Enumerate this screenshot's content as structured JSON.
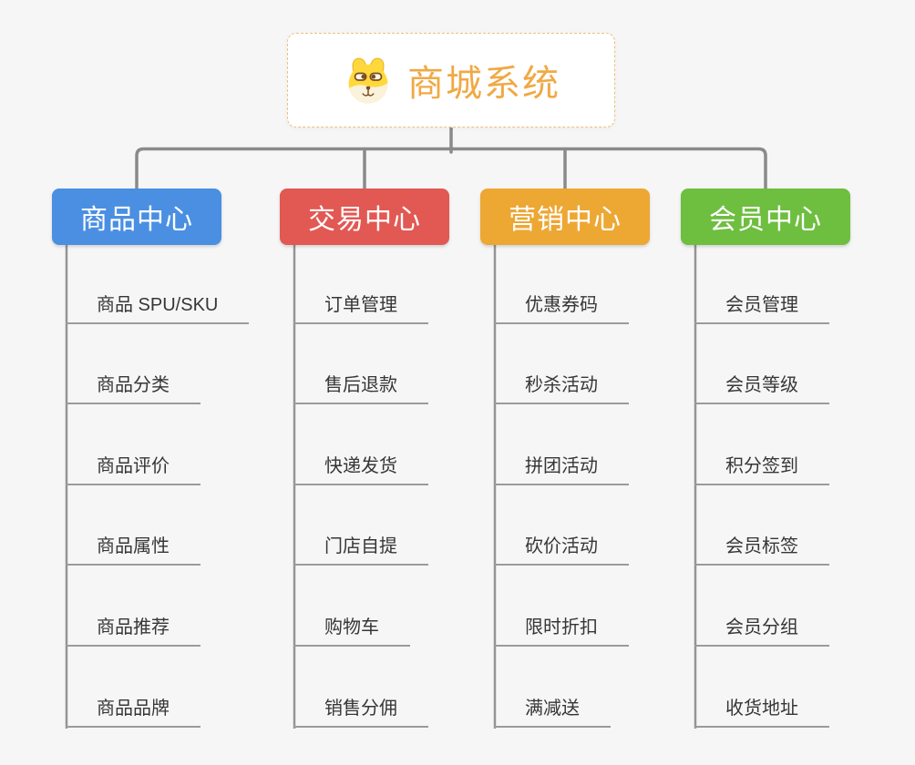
{
  "colors": {
    "background": "#f6f6f6",
    "connector": "#8a8a8a",
    "child-line": "#949494",
    "underline": "#9b9b9b",
    "item-text": "#363636",
    "root-border": "#eec17e",
    "root-text": "#f0a945"
  },
  "root": {
    "label": "商城系统",
    "icon": "dog-face-icon"
  },
  "branches": [
    {
      "label": "商品中心",
      "color": "#4a8fe2",
      "children": [
        "商品 SPU/SKU",
        "商品分类",
        "商品评价",
        "商品属性",
        "商品推荐",
        "商品品牌"
      ]
    },
    {
      "label": "交易中心",
      "color": "#e25853",
      "children": [
        "订单管理",
        "售后退款",
        "快递发货",
        "门店自提",
        "购物车",
        "销售分佣"
      ]
    },
    {
      "label": "营销中心",
      "color": "#eda733",
      "children": [
        "优惠券码",
        "秒杀活动",
        "拼团活动",
        "砍价活动",
        "限时折扣",
        "满减送"
      ]
    },
    {
      "label": "会员中心",
      "color": "#6ebe40",
      "children": [
        "会员管理",
        "会员等级",
        "积分签到",
        "会员标签",
        "会员分组",
        "收货地址"
      ]
    }
  ]
}
